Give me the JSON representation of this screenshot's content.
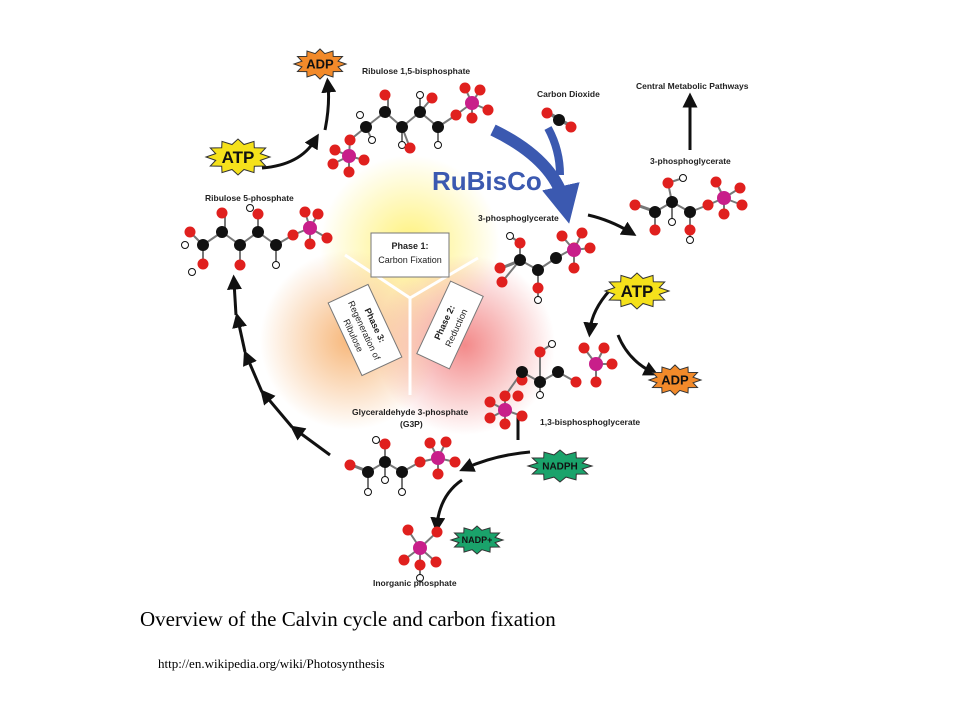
{
  "diagram": {
    "enzyme": "RuBisCo",
    "phases": {
      "phase1": {
        "title": "Phase 1:",
        "lines": [
          "Carbon Fixation"
        ]
      },
      "phase2": {
        "title": "Phase 2:",
        "lines": [
          "Reduction"
        ]
      },
      "phase3": {
        "title": "Phase 3:",
        "lines": [
          "Regeneration of",
          "Ribulose"
        ]
      }
    },
    "molecules": {
      "rubp": "Ribulose 1,5-bisphosphate",
      "r5p": "Ribulose 5-phosphate",
      "co2": "Carbon Dioxide",
      "pga": "3-phosphoglycerate",
      "pga_out": "3-phosphoglycerate",
      "central": "Central Metabolic Pathways",
      "bpg": "1,3-bisphosphoglycerate",
      "g3p_line1": "Glyceraldehyde 3-phosphate",
      "g3p_line2": "(G3P)",
      "pi": "Inorganic phosphate"
    },
    "cofactors": {
      "adp_top": "ADP",
      "atp_left": "ATP",
      "atp_right": "ATP",
      "adp_right": "ADP",
      "nadph": "NADPH",
      "nadp": "NADP+"
    },
    "colors": {
      "carbon": "#111111",
      "oxygen": "#e0201e",
      "phosphorus": "#c81f8a",
      "hydrogen": "#ffffff",
      "atp_star": "#f5e11b",
      "adp_star": "#f28a2a",
      "nadph_star": "#1aa36b",
      "rubisco_arrow": "#3b59b0",
      "phase1_glow": "#fff27a",
      "phase2_glow": "#f38a8a",
      "phase3_glow": "#f7b77a"
    }
  },
  "caption": "Overview of the Calvin cycle and carbon fixation",
  "source_url": "http://en.wikipedia.org/wiki/Photosynthesis"
}
